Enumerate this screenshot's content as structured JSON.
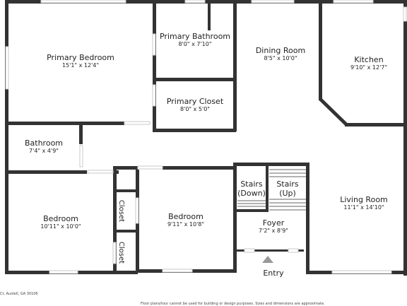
{
  "rooms": {
    "primary_bedroom": {
      "name": "Primary Bedroom",
      "dims": "15'1\" x 12'4\""
    },
    "primary_bathroom": {
      "name": "Primary Bathroom",
      "dims": "8'0\" x 7'10\""
    },
    "primary_closet": {
      "name": "Primary Closet",
      "dims": "8'0\" x 5'0\""
    },
    "dining_room": {
      "name": "Dining Room",
      "dims": "8'5\" x 10'0\""
    },
    "kitchen": {
      "name": "Kitchen",
      "dims": "9'10\" x 12'7\""
    },
    "bathroom": {
      "name": "Bathroom",
      "dims": "7'4\" x 4'9\""
    },
    "stairs_down": {
      "name": "Stairs\n(Down)"
    },
    "stairs_up": {
      "name": "Stairs\n(Up)"
    },
    "living_room": {
      "name": "Living Room",
      "dims": "11'1\" x 14'10\""
    },
    "closet_1": {
      "name": "Closet"
    },
    "closet_2": {
      "name": "Closet"
    },
    "bedroom_1": {
      "name": "Bedroom",
      "dims": "10'11\" x 10'0\""
    },
    "bedroom_2": {
      "name": "Bedroom",
      "dims": "9'11\" x 10'8\""
    },
    "foyer": {
      "name": "Foyer",
      "dims": "7'2\" x 8'9\""
    }
  },
  "entry_label": "Entry",
  "footer": {
    "address": "Ct, Austell, GA 30106",
    "disclaimer": "Floor plans/tour cannot be used for building or design purposes. Sizes and dimensions are approximate."
  },
  "colors": {
    "wall": "#333333",
    "window": "#c9c9c9",
    "entry_arrow": "#999999"
  }
}
